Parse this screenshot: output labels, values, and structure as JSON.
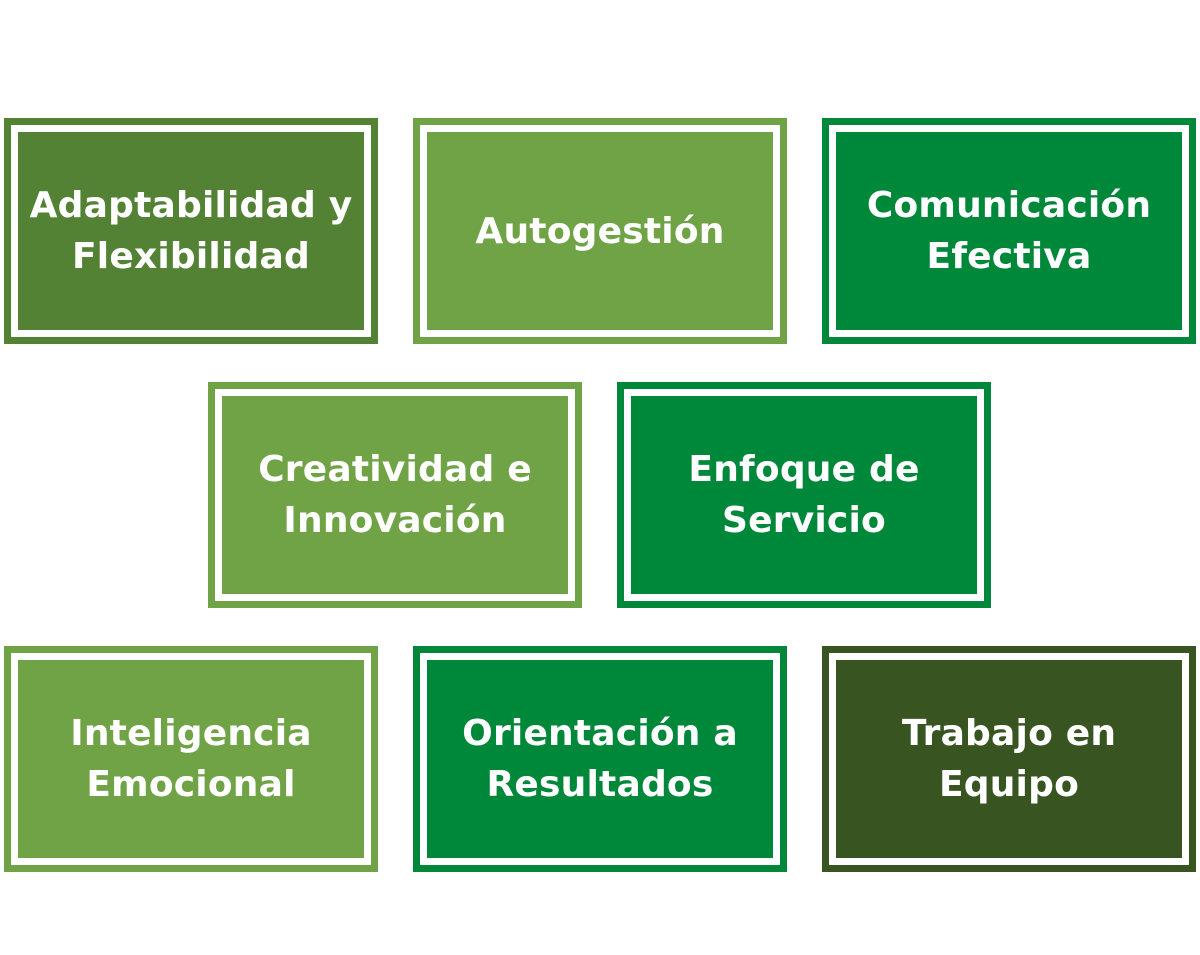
{
  "colors": {
    "olive_green": "#548235",
    "light_green": "#70a345",
    "emerald_green": "#00883a",
    "dark_green": "#375421",
    "inner_border": "#ffffff"
  },
  "cards": [
    {
      "label": "Adaptabilidad y\nFlexibilidad",
      "color": "#548235"
    },
    {
      "label": "Autogestión",
      "color": "#70a345"
    },
    {
      "label": "Comunicación\nEfectiva",
      "color": "#00883a"
    },
    {
      "label": "Creatividad e\nInnovación",
      "color": "#70a345"
    },
    {
      "label": "Enfoque de\nServicio",
      "color": "#00883a"
    },
    {
      "label": "Inteligencia\nEmocional",
      "color": "#70a345"
    },
    {
      "label": "Orientación a\nResultados",
      "color": "#00883a"
    },
    {
      "label": "Trabajo en\nEquipo",
      "color": "#375421"
    }
  ]
}
